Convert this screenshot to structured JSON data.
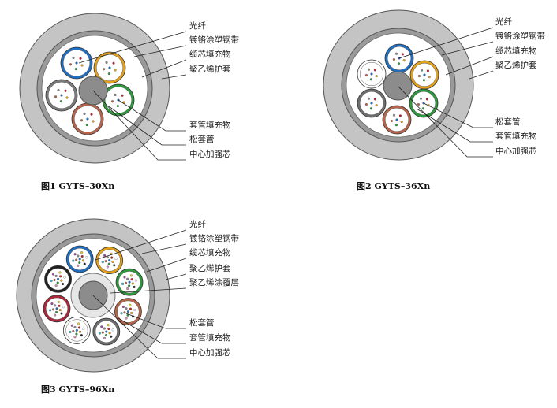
{
  "figures": [
    {
      "caption": "图1 GYTS–30Xn",
      "labels": [
        "光纤",
        "镀铬涂塑钢带",
        "缆芯填充物",
        "聚乙烯护套",
        "套管填充物",
        "松套管",
        "中心加强芯"
      ],
      "tube_colors": [
        "#1f6fc4",
        "#e3a21a",
        "#2c9a3c",
        "#b8644a",
        "#7a7a7a"
      ]
    },
    {
      "caption": "图2 GYTS–36Xn",
      "labels": [
        "光纤",
        "镀铬涂塑钢带",
        "缆芯填充物",
        "聚乙烯护套",
        "松套管",
        "套管填充物",
        "中心加强芯"
      ],
      "tube_colors": [
        "#1f6fc4",
        "#e3a21a",
        "#2c9a3c",
        "#b8644a",
        "#6e6e6e",
        "#ffffff"
      ]
    },
    {
      "caption": "图3 GYTS–96Xn",
      "labels": [
        "光纤",
        "镀铬涂塑钢带",
        "缆芯填充物",
        "聚乙烯护套",
        "聚乙烯涂覆层",
        "松套管",
        "套管填充物",
        "中心加强芯"
      ],
      "tube_colors": [
        "#1f6fc4",
        "#e3a21a",
        "#2c9a3c",
        "#b8644a",
        "#6e6e6e",
        "#ffffff",
        "#b0263a",
        "#222222"
      ]
    }
  ],
  "colors": {
    "sheath": "#c4c4c4",
    "armor": "#9a9a9a",
    "core_fill": "#ffffff",
    "center_member": "#8c8c8c",
    "fiber_dots": [
      "#1f6fc4",
      "#e3a21a",
      "#2c9a3c",
      "#b8644a",
      "#888888",
      "#c02030",
      "#222222",
      "#d88ab0",
      "#3bb0c0",
      "#a050a0",
      "#e0d030",
      "#ffffff"
    ]
  }
}
